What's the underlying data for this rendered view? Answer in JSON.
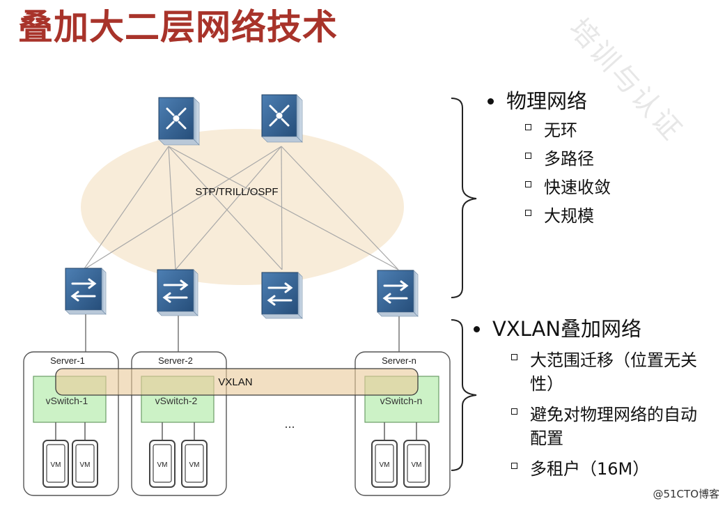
{
  "title": "叠加大二层网络技术",
  "watermark": "培训与认证",
  "diagram": {
    "cloud_label": "STP/TRILL/OSPF",
    "overlay_label": "VXLAN",
    "ellipsis": "...",
    "servers": [
      {
        "label": "Server-1",
        "vswitch": "vSwitch-1",
        "vms": [
          "VM",
          "VM"
        ]
      },
      {
        "label": "Server-2",
        "vswitch": "vSwitch-2",
        "vms": [
          "VM",
          "VM"
        ]
      },
      {
        "label": "Server-n",
        "vswitch": "vSwitch-n",
        "vms": [
          "VM",
          "VM"
        ]
      }
    ],
    "colors": {
      "device_blue": "#2f5d8e",
      "cloud": "#f8ecd9",
      "vswitch_fill": "#ccf2c6",
      "vxlan_fill": "#e9c99a"
    }
  },
  "sections": [
    {
      "heading": "物理网络",
      "items": [
        "无环",
        "多路径",
        "快速收敛",
        "大规模"
      ]
    },
    {
      "heading": "VXLAN叠加网络",
      "items": [
        "大范围迁移（位置无关性）",
        "避免对物理网络的自动配置",
        "多租户（16M）"
      ]
    }
  ],
  "credit": "@51CTO博客"
}
